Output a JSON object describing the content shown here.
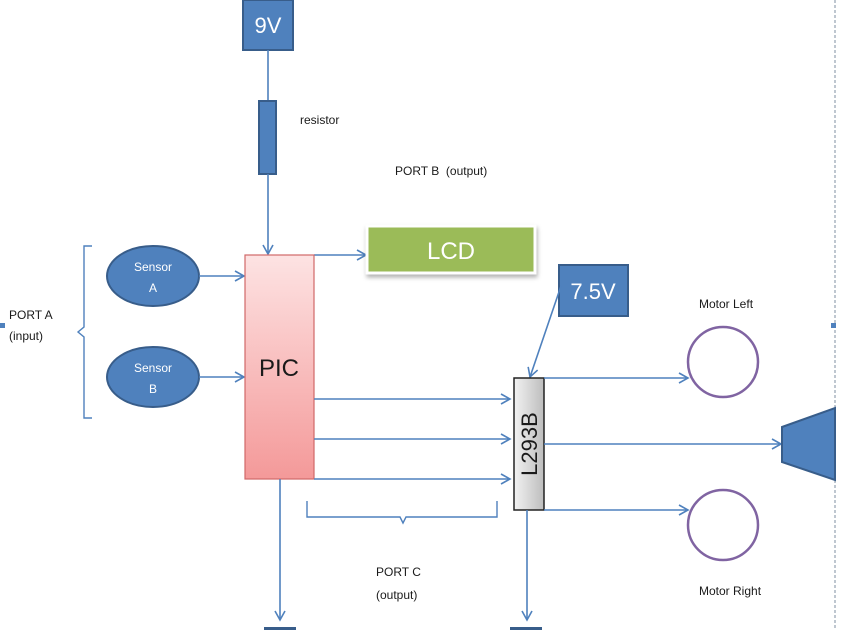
{
  "diagram": {
    "power_9v": {
      "label": "9V"
    },
    "resistor": {
      "label": "resistor"
    },
    "port_b": {
      "label": "PORT B  (output)"
    },
    "lcd": {
      "label": "LCD"
    },
    "power_7_5v": {
      "label": "7.5V"
    },
    "sensor_a": {
      "line1": "Sensor",
      "line2": "A"
    },
    "sensor_b": {
      "line1": "Sensor",
      "line2": "B"
    },
    "port_a": {
      "line1": "PORT A",
      "line2": "(input)"
    },
    "pic": {
      "label": "PIC"
    },
    "driver": {
      "label": "L293B"
    },
    "motor_left": {
      "label": "Motor Left"
    },
    "motor_right": {
      "label": "Motor Right"
    },
    "port_c": {
      "line1": "PORT C",
      "line2": "(output)"
    },
    "colors": {
      "wire": "#4f81bd",
      "power_block": "#4f81bd",
      "lcd": "#9bbb59",
      "pic_top": "#fde0e0",
      "pic_bottom": "#f59a9a",
      "motor_ring": "#8064a2",
      "speaker": "#4f81bd"
    }
  }
}
